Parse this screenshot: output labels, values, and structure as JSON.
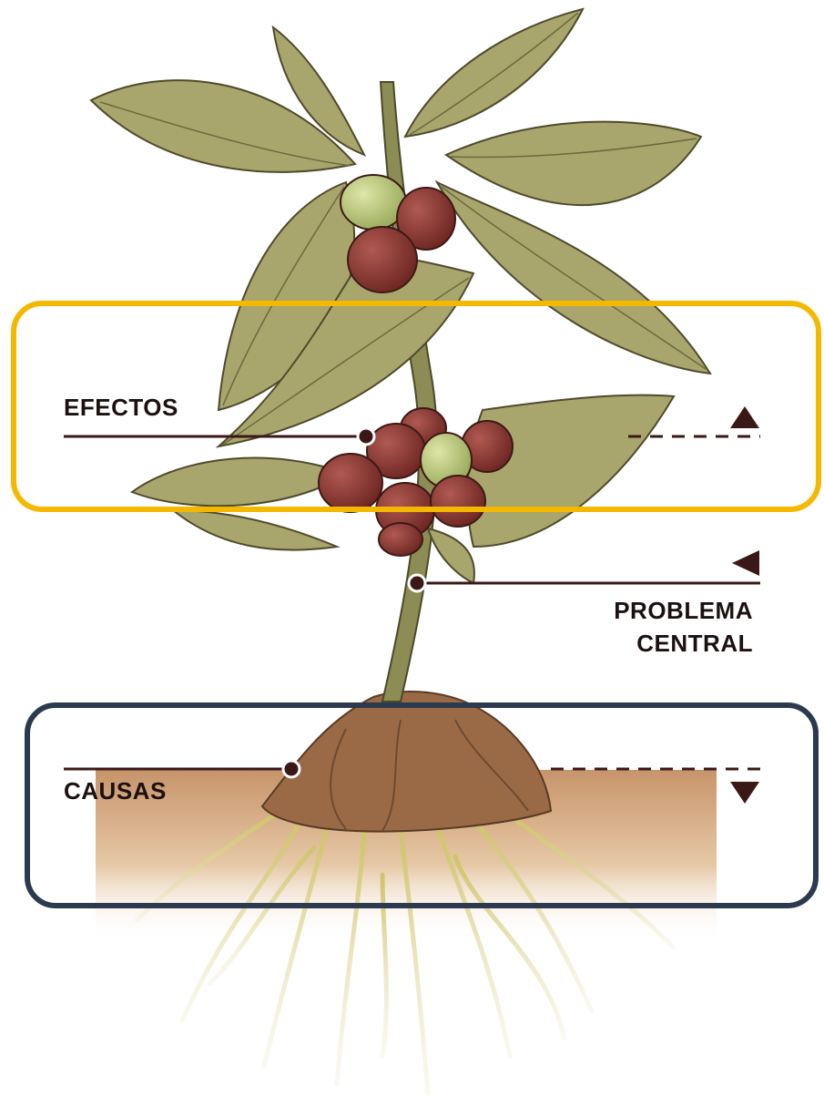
{
  "labels": {
    "effects": "EFECTOS",
    "central_problem_line1": "PROBLEMA",
    "central_problem_line2": "CENTRAL",
    "causes": "CAUSAS"
  },
  "colors": {
    "effects_highlight": "#f5b800",
    "causes_highlight": "#2b3a4e",
    "label_ink": "#1c1010",
    "leaf": "#a8a66c",
    "berry_ripe": "#8e3a36",
    "berry_unripe": "#b7c27a",
    "soil": "#9a6a47",
    "roots": "#d8cf7e"
  },
  "icons": {
    "up": "triangle-up-icon",
    "left": "triangle-left-icon",
    "down": "triangle-down-icon"
  }
}
